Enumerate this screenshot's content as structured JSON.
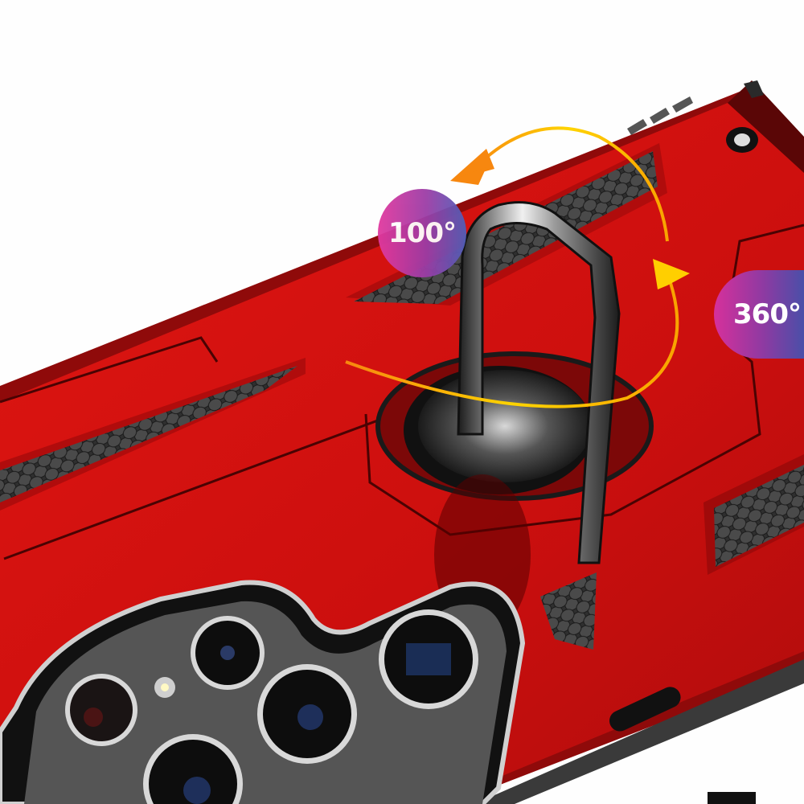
{
  "product": {
    "subject": "red rugged phone case with rotating ring holder",
    "colors": {
      "case": "#d3100f",
      "case_dark": "#8f0a0a",
      "grip": "#3b3b3b",
      "ring": "#2a2a2a",
      "arrow_orange": "#f7870f",
      "arrow_yellow": "#ffd400",
      "badge_pink": "#e2399f",
      "badge_blue": "#4f5fb8"
    }
  },
  "badges": {
    "rotation_100": "100°",
    "rotation_360": "360°"
  },
  "icons": {
    "rotate_arrow_ccw": "curved-arrow-icon",
    "rotate_arrow_cw": "curved-arrow-icon"
  }
}
